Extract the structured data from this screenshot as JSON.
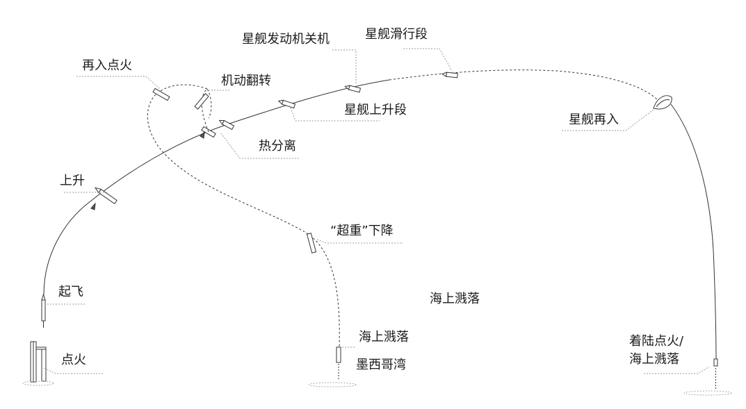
{
  "labels": {
    "ship_engine_cutoff": "星舰发动机关机",
    "ship_coast": "星舰滑行段",
    "reentry_ignition": "再入点火",
    "flip_maneuver": "机动翻转",
    "ship_ascent": "星舰上升段",
    "ship_reentry": "星舰再入",
    "hot_staging": "热分离",
    "ascent": "上升",
    "super_heavy_descent": "“超重”下降",
    "splashdown_center": "海上溅落",
    "splashdown_booster": "海上溅落",
    "gulf_of_mexico": "墨西哥湾",
    "liftoff": "起飞",
    "ignition": "点火",
    "landing_burn_line1": "着陆点火/",
    "landing_burn_line2": "海上溅落"
  },
  "colors": {
    "trajectory": "#333333",
    "leader_line": "#9a9a9a",
    "text": "#1a1a1a"
  }
}
